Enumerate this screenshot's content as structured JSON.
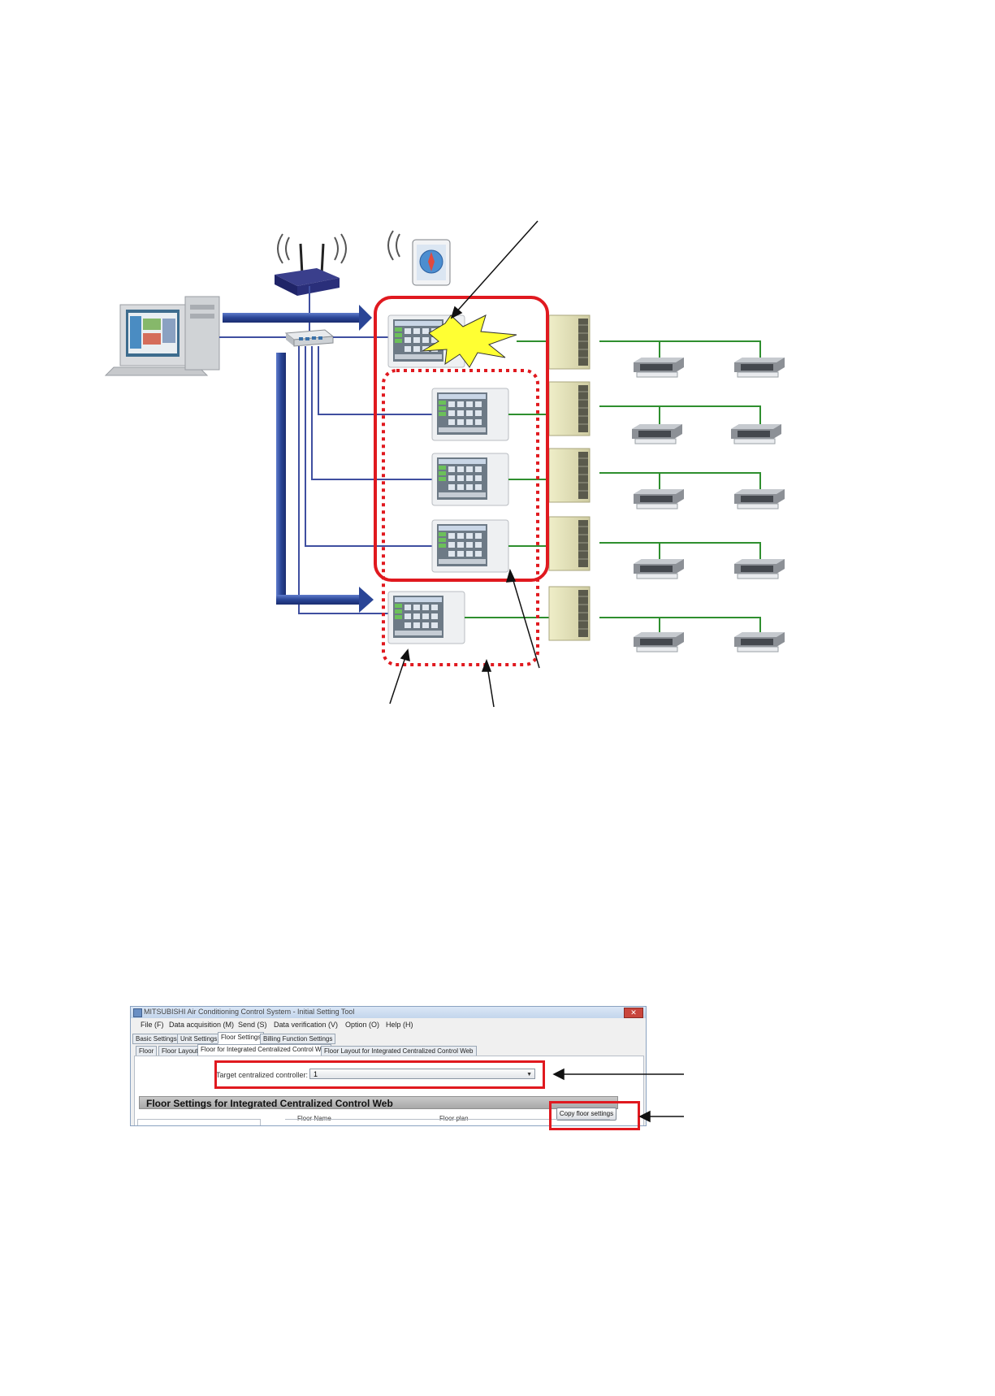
{
  "window": {
    "title": "MITSUBISHI Air Conditioning Control System - Initial Setting Tool",
    "close_label": "✕"
  },
  "menu": [
    {
      "label": "File (F)"
    },
    {
      "label": "Data acquisition (M)"
    },
    {
      "label": "Send (S)"
    },
    {
      "label": "Data verification (V)"
    },
    {
      "label": "Option (O)"
    },
    {
      "label": "Help (H)"
    }
  ],
  "tabs_main": [
    {
      "label": "Basic Settings"
    },
    {
      "label": "Unit Settings"
    },
    {
      "label": "Floor Settings"
    },
    {
      "label": "Billing Function Settings"
    }
  ],
  "tabs_sub": [
    {
      "label": "Floor"
    },
    {
      "label": "Floor Layout"
    },
    {
      "label": "Floor for Integrated Centralized Control Web"
    },
    {
      "label": "Floor Layout for Integrated Centralized Control Web"
    }
  ],
  "target": {
    "label": "Target centralized controller:",
    "value": "1"
  },
  "section": {
    "title": "Floor Settings for Integrated Centralized Control Web",
    "col_floor_name": "Floor Name",
    "col_floor_plan": "Floor plan"
  },
  "copy_button": {
    "label": "Copy floor settings"
  },
  "colors": {
    "highlight_red": "#e0191f",
    "network_blue": "#3f4fa0",
    "arrow_blue": "#2b4b9b",
    "line_green": "#2f8f2f",
    "burst_yellow": "#ffff33"
  }
}
